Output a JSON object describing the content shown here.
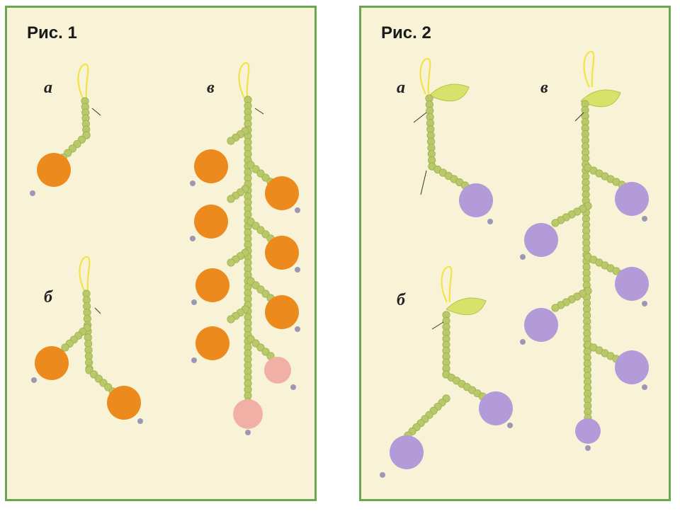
{
  "figures": [
    {
      "title": "Рис. 1",
      "labels": {
        "a": "а",
        "b": "б",
        "v": "в"
      }
    },
    {
      "title": "Рис. 2",
      "labels": {
        "a": "а",
        "b": "б",
        "v": "в"
      }
    }
  ],
  "colors": {
    "panel_background": "#f8f3d6",
    "panel_border": "#6aa84f",
    "seed_bead": "#b9c96a",
    "orange_bead": "#ec8a1e",
    "pink_bead": "#f1b0a6",
    "lilac_bead": "#b39ad8",
    "leaf": "#d7e26a",
    "wire": "#f3e34a"
  }
}
